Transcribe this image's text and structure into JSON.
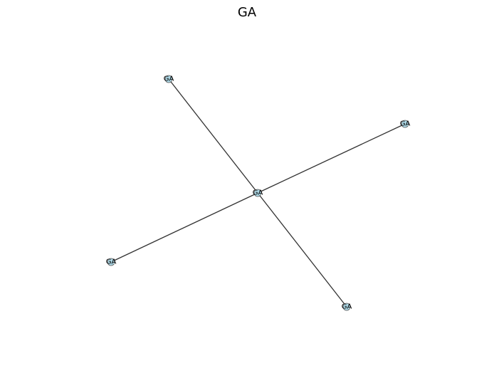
{
  "title": "GA",
  "colors": {
    "edge": "#333333",
    "node_fill": "#add8e6",
    "node_stroke": "#555555"
  },
  "graph": {
    "nodes": [
      {
        "id": "center",
        "label": "GA"
      },
      {
        "id": "upper-left",
        "label": "GA"
      },
      {
        "id": "upper-right",
        "label": "GA"
      },
      {
        "id": "lower-left",
        "label": "GA"
      },
      {
        "id": "lower-right",
        "label": "GA"
      }
    ],
    "edges": [
      {
        "source": "center",
        "target": "upper-left"
      },
      {
        "source": "center",
        "target": "upper-right"
      },
      {
        "source": "center",
        "target": "lower-left"
      },
      {
        "source": "center",
        "target": "lower-right"
      }
    ]
  }
}
